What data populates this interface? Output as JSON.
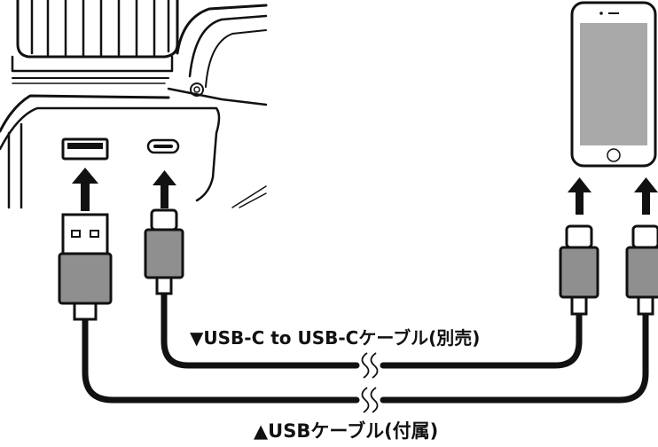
{
  "labels": {
    "usb_c_cable": "▼USB-C to USB-Cケーブル(別売)",
    "usb_a_cable": "▲USBケーブル(付属)"
  },
  "components": {
    "device": "device-housing",
    "phone": "smartphone",
    "ports": [
      "usb-a-port",
      "usb-c-port"
    ],
    "plugs": [
      "usb-a-plug",
      "usb-c-plug-device",
      "usb-c-plug-phone-1",
      "usb-c-plug-phone-2"
    ]
  },
  "colors": {
    "line": "#111111",
    "plug_body": "#8f8f8f",
    "screen": "#a9a9a9",
    "arrow": "#111111"
  }
}
